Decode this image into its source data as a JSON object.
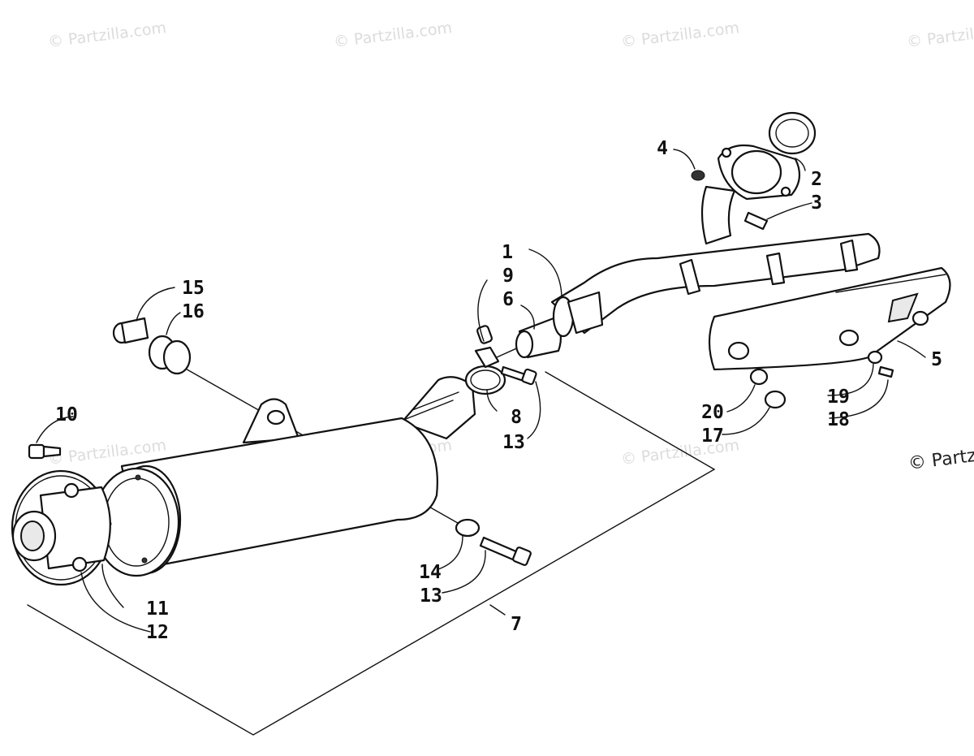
{
  "watermark": {
    "text": "© Partzilla.com",
    "edge_text": "© Partz"
  },
  "callouts": {
    "c1": "1",
    "c2": "2",
    "c3": "3",
    "c4": "4",
    "c5": "5",
    "c6": "6",
    "c7": "7",
    "c8": "8",
    "c9": "9",
    "c10": "10",
    "c11": "11",
    "c12": "12",
    "c13a": "13",
    "c13b": "13",
    "c14": "14",
    "c15": "15",
    "c16": "16",
    "c17": "17",
    "c18": "18",
    "c19": "19",
    "c20": "20"
  }
}
